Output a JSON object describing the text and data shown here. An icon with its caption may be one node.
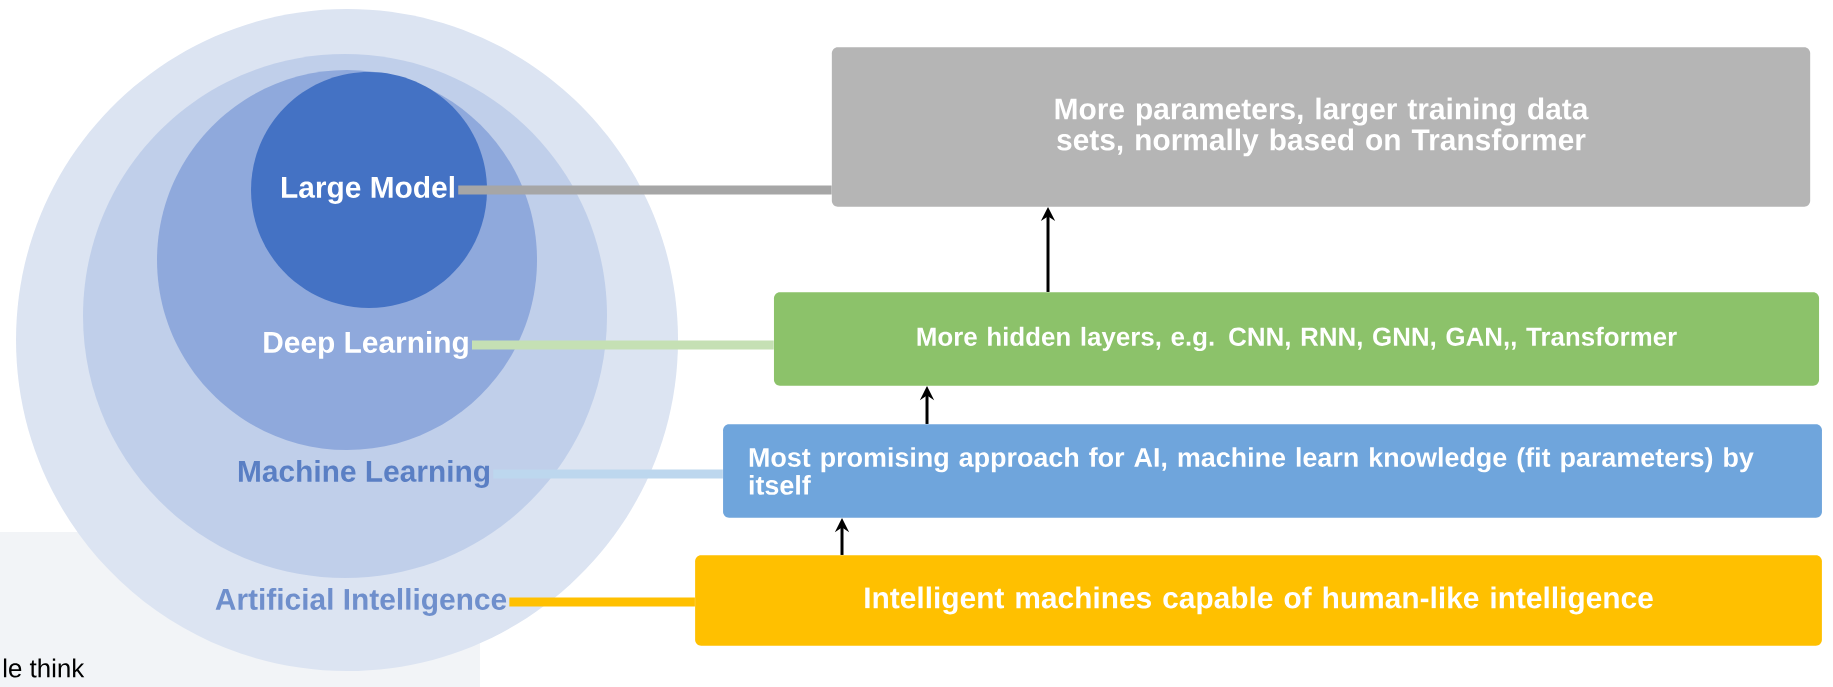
{
  "diagram": {
    "nodes": [
      {
        "text": [
          "Artificial Intelligence"
        ]
      },
      {
        "text": [
          "Machine Learning"
        ],
        "in": 0
      },
      {
        "text": [
          "Deep Learning"
        ],
        "in": 1
      },
      {
        "text": [
          "Large Model"
        ],
        "in": 2
      },
      {
        "text": [
          "More parameters, larger training data sets, normally based on Transformer"
        ]
      },
      {
        "text": [
          "More hidden layers, e.g. CNN, RNN, GNN, GAN,, Transformer"
        ]
      },
      {
        "text": [
          "Most promising approach for AI, machine learn knowledge (fit parameters) by itself"
        ]
      },
      {
        "text": [
          "Intelligent machines capable of human-like intelligence"
        ]
      }
    ],
    "edges": [
      {
        "from": 3,
        "to": 4,
        "arrow": "none",
        "color": "#a6a6a6"
      },
      {
        "from": 2,
        "to": 5,
        "arrow": "none",
        "color": "#c5e0b4"
      },
      {
        "from": 1,
        "to": 6,
        "arrow": "none",
        "color": "#bdd7ee"
      },
      {
        "from": 0,
        "to": 7,
        "arrow": "none",
        "color": "#ffc000"
      },
      {
        "from": 7,
        "to": 6,
        "arrow": "to"
      },
      {
        "from": 6,
        "to": 5,
        "arrow": "to"
      },
      {
        "from": 5,
        "to": 4,
        "arrow": "to"
      }
    ],
    "labels": [
      "le think"
    ]
  }
}
